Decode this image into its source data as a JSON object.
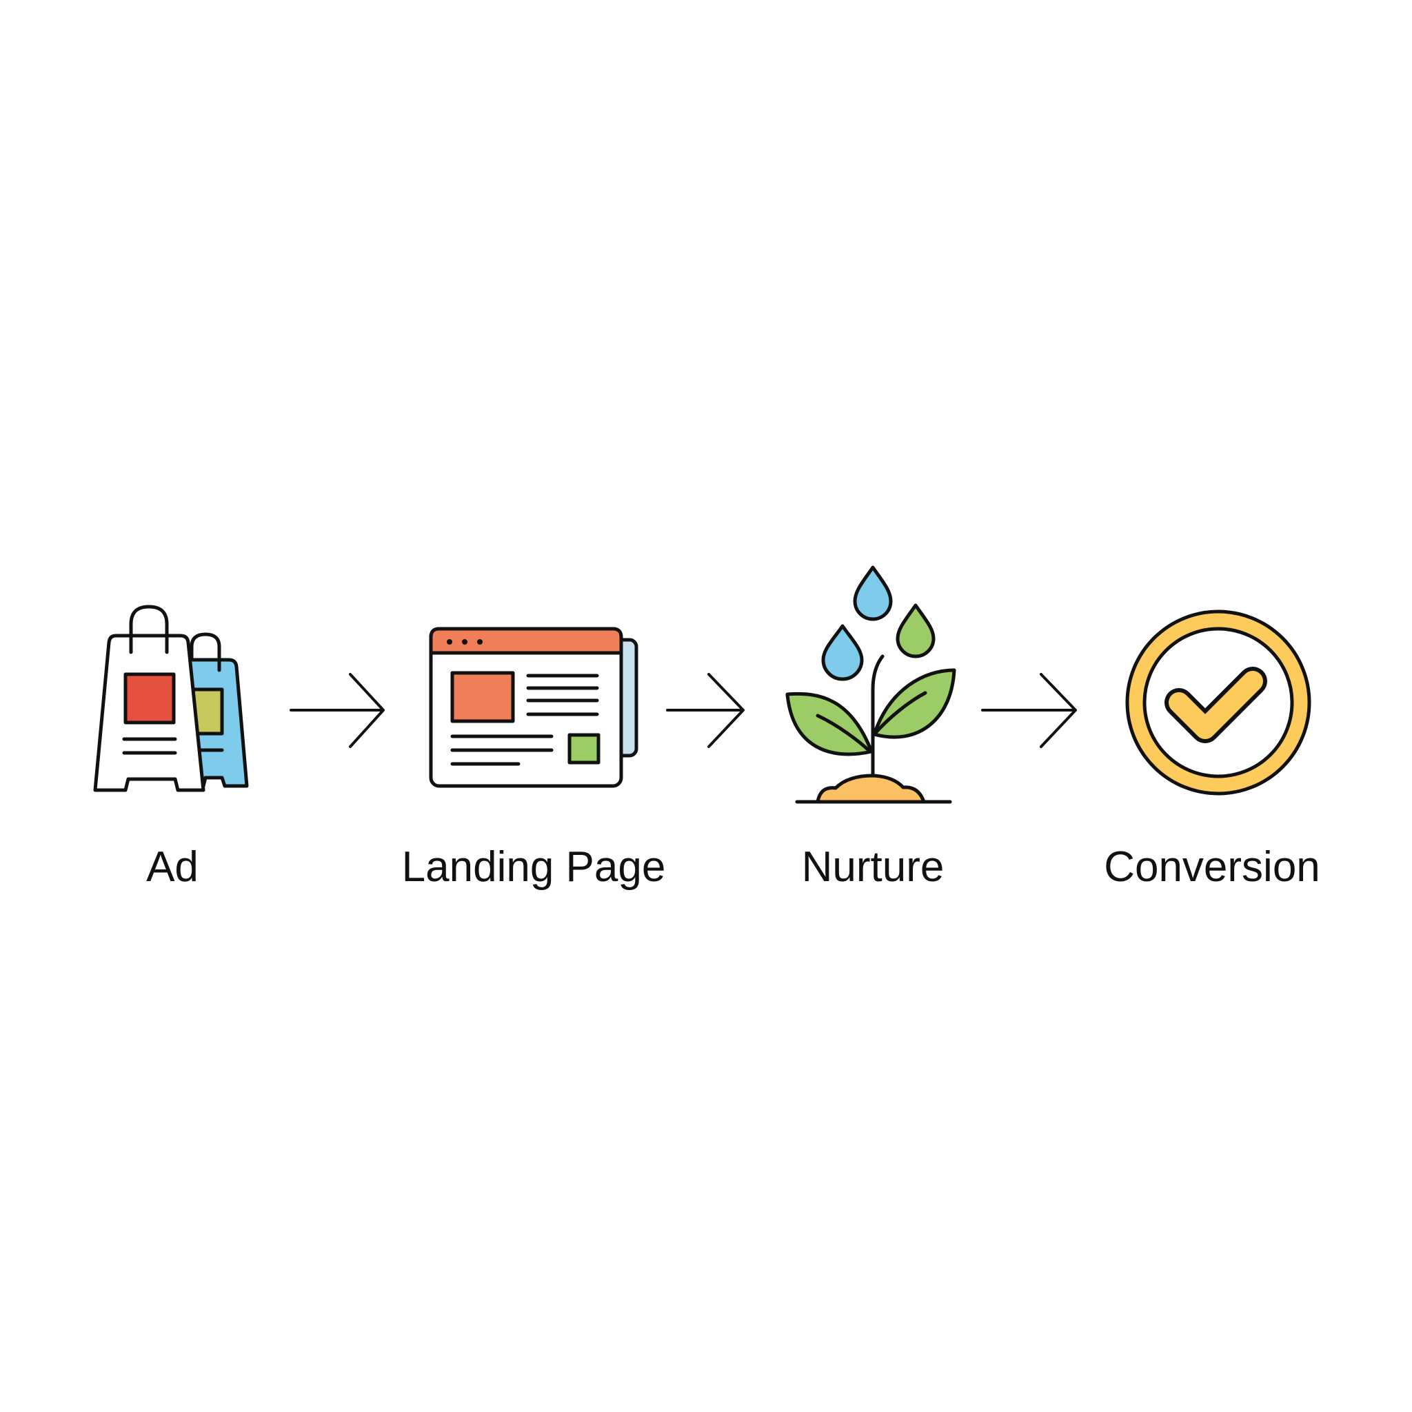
{
  "steps": [
    {
      "label": "Ad",
      "icon": "shopping-bags-ad-icon"
    },
    {
      "label": "Landing Page",
      "icon": "browser-window-icon"
    },
    {
      "label": "Nurture",
      "icon": "sprout-watering-icon"
    },
    {
      "label": "Conversion",
      "icon": "checkmark-circle-icon"
    }
  ],
  "colors": {
    "ink": "#111111",
    "red": "#e4513f",
    "orange": "#f07f59",
    "olive": "#c8c95c",
    "blue": "#7ecbeb",
    "light_blue": "#c6e0ee",
    "green": "#9ccc65",
    "soil": "#fbbf64",
    "gold": "#fccb5c"
  }
}
